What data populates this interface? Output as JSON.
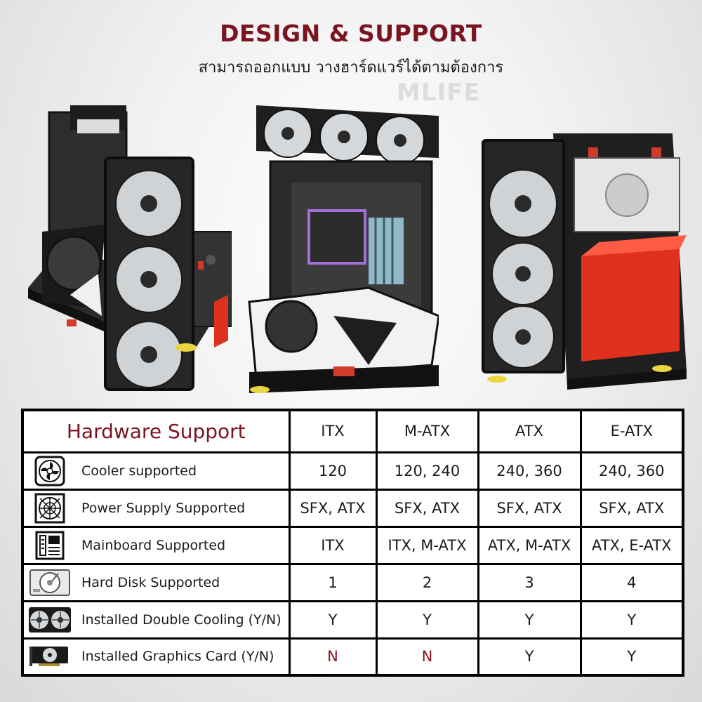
{
  "header": {
    "title": "DESIGN & SUPPORT",
    "subtitle": "สามารถออกแบบ วางฮาร์ดแวร์ได้ตามต้องการ"
  },
  "watermark": "MLIFE",
  "images": [
    {
      "name": "itx-case-photo"
    },
    {
      "name": "matx-case-photo"
    },
    {
      "name": "atx-case-photo"
    }
  ],
  "table": {
    "title": "Hardware Support",
    "columns": [
      "ITX",
      "M-ATX",
      "ATX",
      "E-ATX"
    ],
    "rows": [
      {
        "icon": "fan-icon",
        "label": "Cooler supported",
        "values": [
          "120",
          "120, 240",
          "240, 360",
          "240, 360"
        ]
      },
      {
        "icon": "power-supply-icon",
        "label": "Power Supply Supported",
        "values": [
          "SFX, ATX",
          "SFX, ATX",
          "SFX, ATX",
          "SFX, ATX"
        ]
      },
      {
        "icon": "mainboard-icon",
        "label": "Mainboard Supported",
        "values": [
          "ITX",
          "ITX, M-ATX",
          "ATX, M-ATX",
          "ATX, E-ATX"
        ]
      },
      {
        "icon": "hard-disk-icon",
        "label": "Hard Disk Supported",
        "values": [
          "1",
          "2",
          "3",
          "4"
        ]
      },
      {
        "icon": "double-fan-icon",
        "label": "Installed Double Cooling (Y/N)",
        "values": [
          "Y",
          "Y",
          "Y",
          "Y"
        ]
      },
      {
        "icon": "graphics-card-icon",
        "label": "Installed Graphics Card (Y/N)",
        "values": [
          "N",
          "N",
          "Y",
          "Y"
        ]
      }
    ]
  },
  "colors": {
    "accent": "#7a1420",
    "no_value": "#8b1420",
    "red_box": "#e0301e",
    "frame": "#1e1e1e"
  }
}
